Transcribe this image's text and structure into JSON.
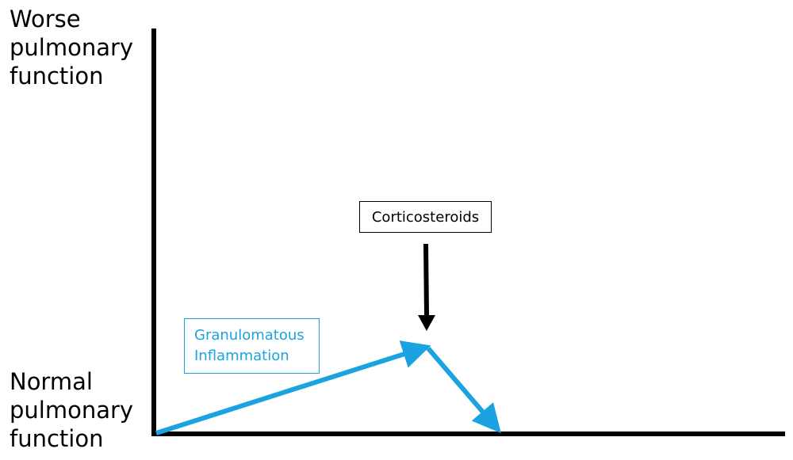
{
  "axis": {
    "y_top_label_lines": [
      "Worse",
      "pulmonary",
      "function"
    ],
    "y_bottom_label_lines": [
      "Normal",
      "pulmonary",
      "function"
    ],
    "color": "#000000"
  },
  "annotations": {
    "treatment_label": "Corticosteroids",
    "process_label_lines": [
      "Granulomatous",
      "Inflammation"
    ]
  },
  "colors": {
    "trajectory": "#1aa3e0",
    "treatment_arrow": "#000000"
  }
}
